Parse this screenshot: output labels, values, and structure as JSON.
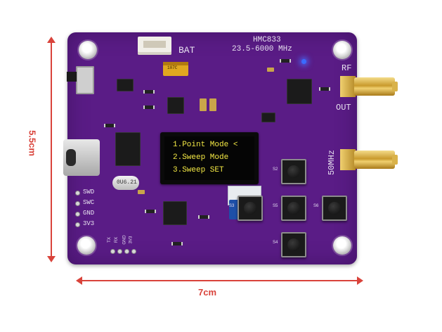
{
  "board": {
    "chip_name": "HMC833",
    "freq_range": "23.5-6000 MHz",
    "battery_label": "BAT",
    "rf_label": "RF",
    "out_label": "OUT",
    "ref_label": "50MHz",
    "debug_labels": [
      "SWD",
      "SWC",
      "GND",
      "3V3"
    ],
    "uart_labels": [
      "TX",
      "RX",
      "GND",
      "3V3"
    ],
    "button_labels": [
      "S2",
      "S3",
      "S5",
      "S6",
      "S4"
    ],
    "crystal_label": "0U6.21",
    "cap_label": "107C"
  },
  "oled": {
    "lines": [
      "1.Point Mode <",
      "2.Sweep Mode",
      "3.Sweep SET"
    ]
  },
  "dimensions": {
    "height_label": "5.5cm",
    "width_label": "7cm"
  },
  "colors": {
    "pcb": "#5a1c86",
    "oled_text": "#f3e844",
    "dimension": "#d9433b",
    "sma_gold": "#d4aa3a",
    "status_led": "#3a6bff"
  }
}
